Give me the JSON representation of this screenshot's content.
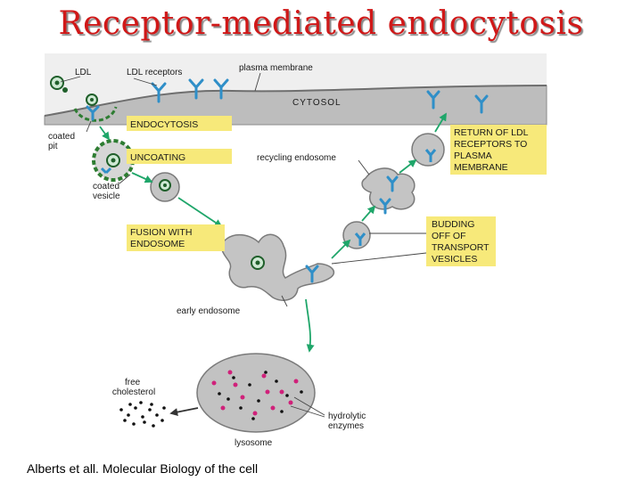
{
  "title": "Receptor-mediated endocytosis",
  "citation": "Alberts et all. Molecular Biology of the cell",
  "colors": {
    "title": "#d01818",
    "membrane": "#bdbdbd",
    "vesicle": "#c4c4c4",
    "receptor": "#2f8fc8",
    "clathrin": "#2e7d32",
    "arrow": "#1fa66a",
    "label_box": "#f7e97a",
    "lysosome": "#c2c2c2",
    "enzyme_dot": "#d0217a"
  },
  "diagram": {
    "labels": {
      "ldl": "LDL",
      "ldl_receptors": "LDL receptors",
      "plasma_membrane": "plasma membrane",
      "cytosol": "CYTOSOL",
      "coated_pit": [
        "coated",
        "pit"
      ],
      "coated_vesicle": [
        "coated",
        "vesicle"
      ],
      "recycling_endosome": "recycling endosome",
      "early_endosome": "early endosome",
      "free_cholesterol": [
        "free",
        "cholesterol"
      ],
      "hydrolytic_enzymes": [
        "hydrolytic",
        "enzymes"
      ],
      "lysosome": "lysosome"
    },
    "steps": {
      "endocytosis": [
        "ENDOCYTOSIS"
      ],
      "uncoating": [
        "UNCOATING"
      ],
      "fusion": [
        "FUSION WITH",
        "ENDOSOME"
      ],
      "return": [
        "RETURN OF LDL",
        "RECEPTORS TO",
        "PLASMA",
        "MEMBRANE"
      ],
      "budding": [
        "BUDDING",
        "OFF OF",
        "TRANSPORT",
        "VESICLES"
      ]
    }
  }
}
